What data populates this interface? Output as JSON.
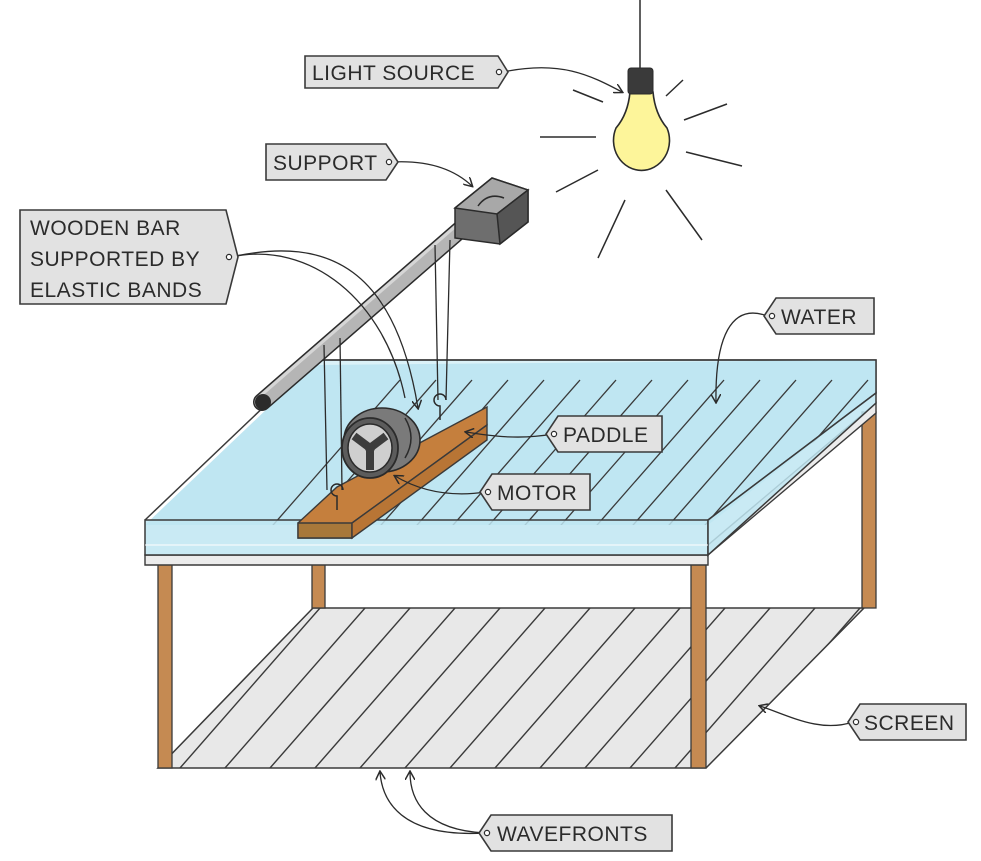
{
  "labels": {
    "light_source": "LIGHT SOURCE",
    "support": "SUPPORT",
    "wooden_bar": [
      "WOODEN BAR",
      "SUPPORTED BY",
      "ELASTIC BANDS"
    ],
    "water": "WATER",
    "paddle": "PADDLE",
    "motor": "MOTOR",
    "screen": "SCREEN",
    "wavefronts": "WAVEFRONTS"
  },
  "colors": {
    "water": "#bfe6f2",
    "table_wood": "#c58a52",
    "paddle_wood": "#c57f3d",
    "bulb": "#fdf59a",
    "screen": "#e8e8e8",
    "bar": "#b5b5b5",
    "motor": "#5c5c5c"
  },
  "icons": {
    "light": "light-bulb-icon",
    "motor": "motor-icon"
  }
}
